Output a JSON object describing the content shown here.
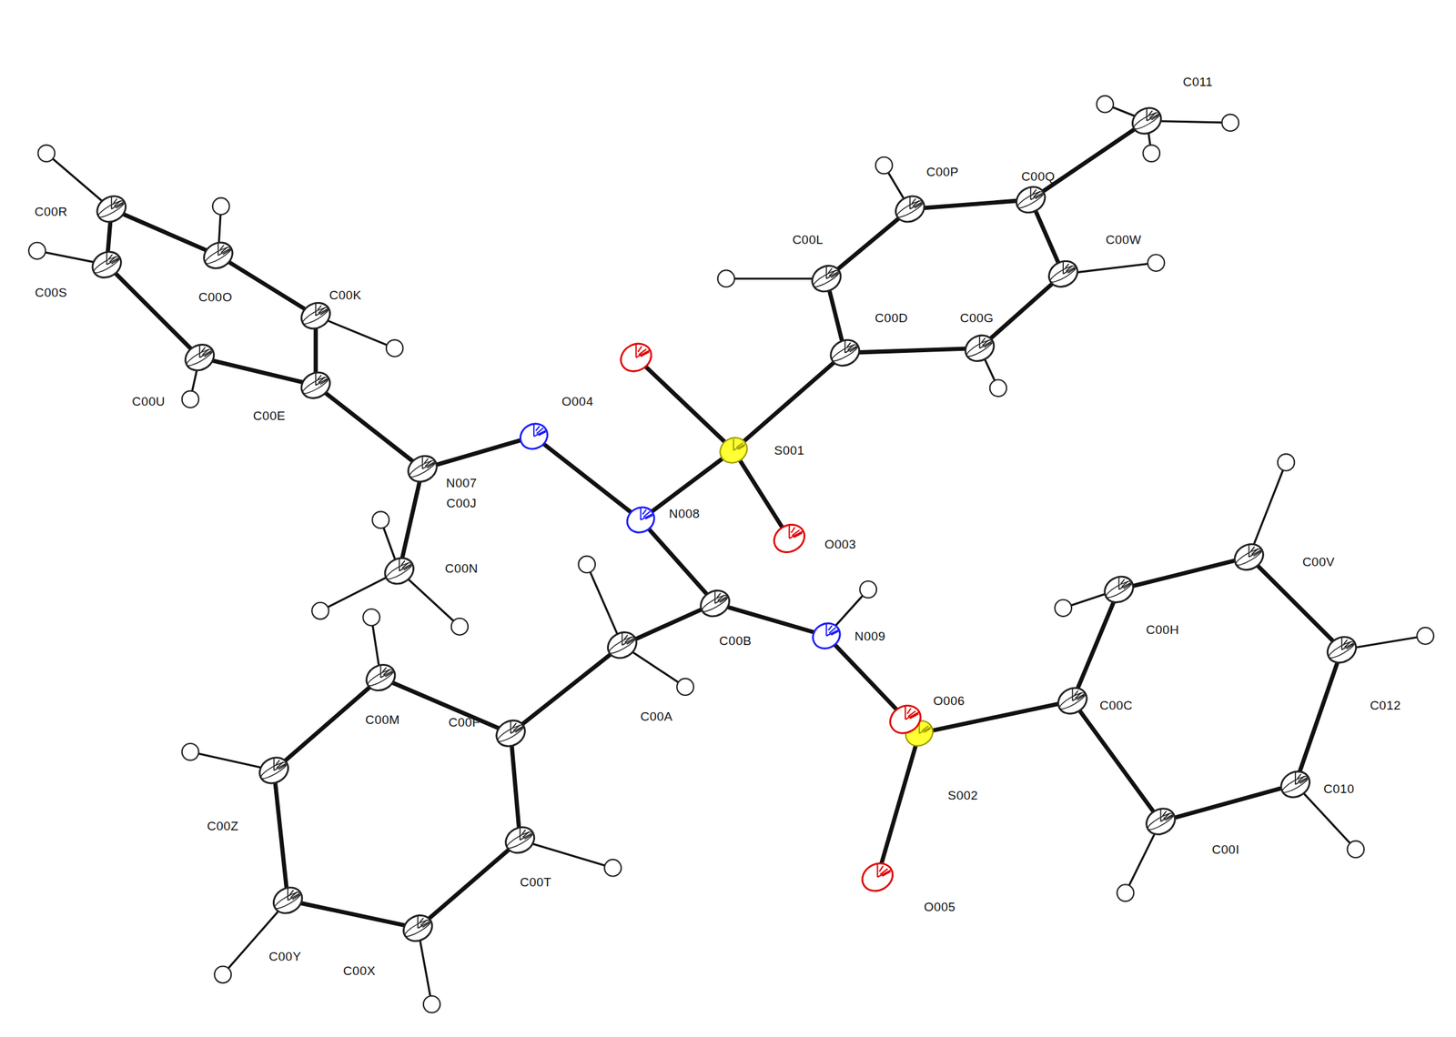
{
  "diagram": {
    "labels": [
      "C011",
      "C00P",
      "C00Q",
      "C00R",
      "C00O",
      "C00K",
      "C00L",
      "C00W",
      "C00S",
      "C00D",
      "C00G",
      "C00U",
      "C00E",
      "O004",
      "S001",
      "N007",
      "C00J",
      "C00N",
      "N008",
      "O003",
      "C00V",
      "C00H",
      "C00B",
      "N009",
      "C00A",
      "O006",
      "C00M",
      "C00F",
      "C00C",
      "C012",
      "S002",
      "C00Z",
      "C010",
      "C00I",
      "C00T",
      "O005",
      "C00Y",
      "C00X"
    ]
  }
}
